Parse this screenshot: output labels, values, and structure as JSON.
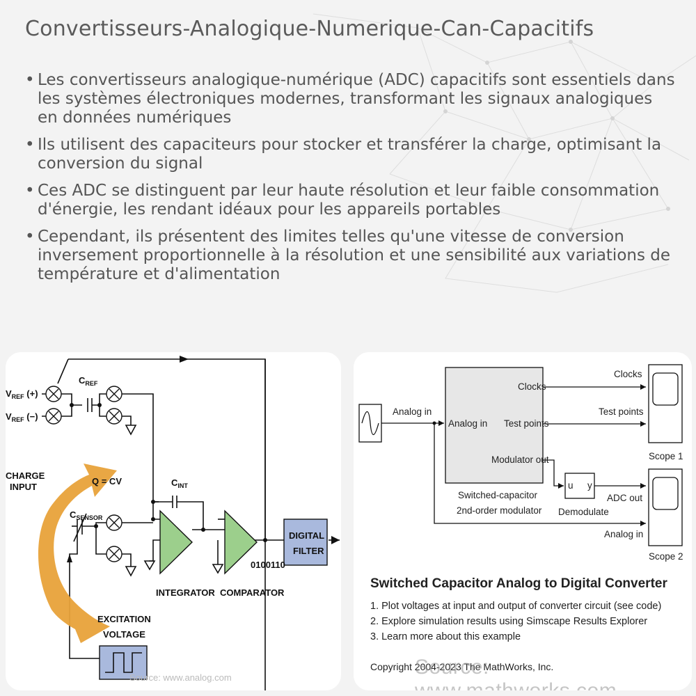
{
  "title": "Convertisseurs-Analogique-Numerique-Can-Capacitifs",
  "bullet_char": "•",
  "bullets": [
    "Les convertisseurs analogique-numérique (ADC) capacitifs sont essentiels dans les systèmes électroniques modernes, transformant les signaux analogiques en données numériques",
    "Ils utilisent des capaciteurs pour stocker et transférer la charge, optimisant la conversion du signal",
    "Ces ADC se distinguent par leur haute résolution et leur faible consommation d'énergie, les rendant idéaux pour les appareils portables",
    "Cependant, ils présentent des limites telles qu'une vitesse de conversion inversement proportionnelle à la résolution et une sensibilité aux variations de température et d'alimentation"
  ],
  "left_diagram": {
    "vref_pos": "V",
    "vref_pos_sub": "REF",
    "vref_pos_suffix": " (+)",
    "vref_neg": "V",
    "vref_neg_sub": "REF",
    "vref_neg_suffix": " (−)",
    "cref": "C",
    "cref_sub": "REF",
    "charge_input_line1": "CHARGE",
    "charge_input_line2": "INPUT",
    "q_cv": "Q = CV",
    "cint": "C",
    "cint_sub": "INT",
    "csensor": "C",
    "csensor_sub": "SENSOR",
    "integrator": "INTEGRATOR",
    "comparator": "COMPARATOR",
    "bits": "0100110",
    "digital_filter_line1": "DIGITAL",
    "digital_filter_line2": "FILTER",
    "excitation_line1": "EXCITATION",
    "excitation_line2": "VOLTAGE",
    "source": "Source: www.analog.com",
    "colors": {
      "arrow": "#e8a23a",
      "opamp": "#9ccf8c",
      "filter": "#a9b9dd"
    }
  },
  "right_diagram": {
    "analog_in_signal": "Analog in",
    "block_input": "Analog in",
    "port_clocks": "Clocks",
    "port_test_points": "Test points",
    "port_mod_out": "Modulator out",
    "block_name_line1": "Switched-capacitor",
    "block_name_line2": "2nd-order modulator",
    "demod_u": "u",
    "demod_y": "y",
    "demod_name": "Demodulate",
    "sig_clocks": "Clocks",
    "sig_test_points": "Test points",
    "sig_adc_out": "ADC out",
    "sig_analog_in": "Analog in",
    "scope1": "Scope 1",
    "scope2": "Scope 2",
    "heading": "Switched Capacitor Analog to Digital Converter",
    "steps": [
      "1. Plot voltages at input and output of converter circuit (see code)",
      "2. Explore simulation results using Simscape Results Explorer",
      "3. Learn more about this example"
    ],
    "copyright": "Copyright 2004-2023 The MathWorks, Inc.",
    "source": "Source: www.mathworks.com"
  }
}
